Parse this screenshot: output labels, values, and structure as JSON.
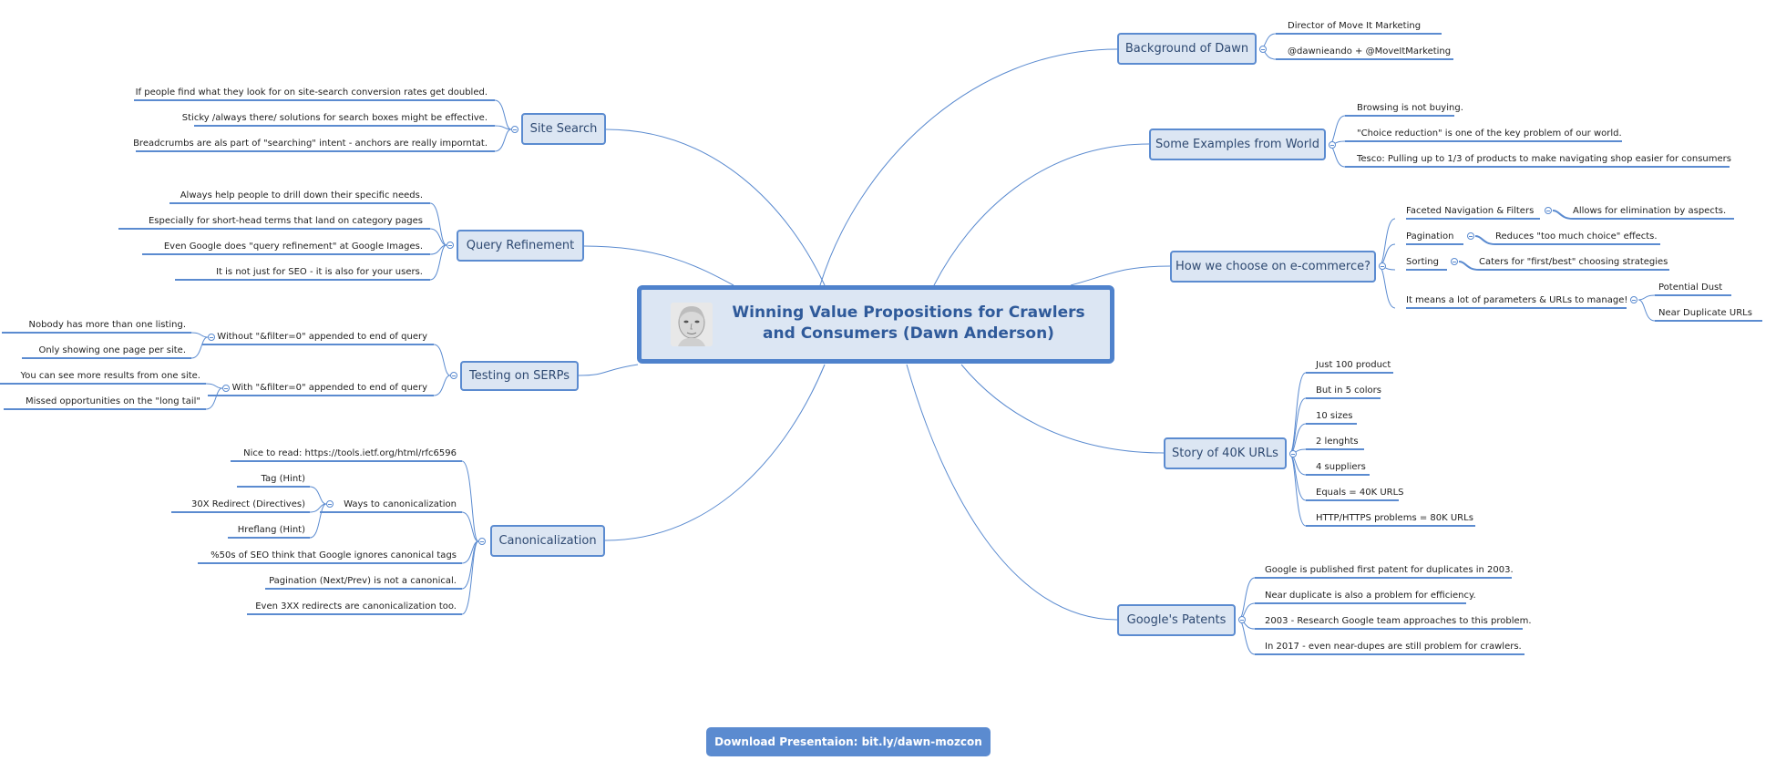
{
  "central": {
    "title": "Winning Value Propositions for Crawlers and Consumers (Dawn Anderson)"
  },
  "download": {
    "label": "Download Presentaion: bit.ly/dawn-mozcon"
  },
  "colors": {
    "line": "#5b8bd0",
    "node_fill": "#dce6f3",
    "node_text": "#2f4a72"
  },
  "branches": {
    "site_search": {
      "label": "Site Search",
      "items": [
        "If people find what they look for on site-search conversion rates get doubled.",
        "Sticky /always there/ solutions for search boxes might be effective.",
        "Breadcrumbs are als part of \"searching\" intent - anchors are really imporntat."
      ]
    },
    "query_refinement": {
      "label": "Query Refinement",
      "items": [
        "Always help people to drill down their specific needs.",
        "Especially for short-head terms that land on category pages",
        "Even Google does \"query refinement\" at Google Images.",
        "It is not just for SEO - it is also for your users."
      ]
    },
    "testing_serps": {
      "label": "Testing on SERPs",
      "without": {
        "label": "Without \"&filter=0\" appended to end of query",
        "items": [
          "Nobody has more than one listing.",
          "Only showing one page per site."
        ]
      },
      "with": {
        "label": "With \"&filter=0\" appended to end of query",
        "items": [
          "You can see more results from one site.",
          "Missed opportunities on the \"long tail\""
        ]
      }
    },
    "canonicalization": {
      "label": "Canonicalization",
      "nice": "Nice to read: https://tools.ietf.org/html/rfc6596",
      "ways": {
        "label": "Ways to canonicalization",
        "items": [
          "Tag (Hint)",
          "30X Redirect (Directives)",
          "Hreflang (Hint)"
        ]
      },
      "items": [
        "%50s of SEO think that Google ignores canonical tags",
        "Pagination (Next/Prev) is not a canonical.",
        "Even 3XX redirects are canonicalization too."
      ]
    },
    "background": {
      "label": "Background of Dawn",
      "items": [
        "Director of Move It Marketing",
        "@dawnieando + @MoveItMarketing"
      ]
    },
    "examples": {
      "label": "Some Examples from World",
      "items": [
        "Browsing is not buying.",
        "\"Choice reduction\" is one of the key problem of our world.",
        "Tesco: Pulling up to 1/3 of products to make navigating shop easier for consumers"
      ]
    },
    "ecommerce": {
      "label": "How we choose on e-commerce?",
      "faceted": {
        "label": "Faceted Navigation & Filters",
        "detail": "Allows for elimination by aspects."
      },
      "pagination": {
        "label": "Pagination",
        "detail": "Reduces \"too much choice\" effects."
      },
      "sorting": {
        "label": "Sorting",
        "detail": "Caters for \"first/best\" choosing strategies"
      },
      "params": {
        "label": "It means a lot of parameters & URLs to manage!",
        "items": [
          "Potential Dust",
          "Near Duplicate URLs"
        ]
      }
    },
    "story": {
      "label": "Story of 40K URLs",
      "items": [
        "Just 100 product",
        "But in 5 colors",
        "10 sizes",
        "2 lenghts",
        "4 suppliers",
        "Equals = 40K URLS",
        "HTTP/HTTPS problems = 80K URLs"
      ]
    },
    "patents": {
      "label": "Google's Patents",
      "items": [
        "Google is published first patent for duplicates in 2003.",
        "Near duplicate is also a problem for efficiency.",
        "2003 - Research Google team approaches to this problem.",
        "In 2017 - even near-dupes are still problem for crawlers."
      ]
    }
  }
}
